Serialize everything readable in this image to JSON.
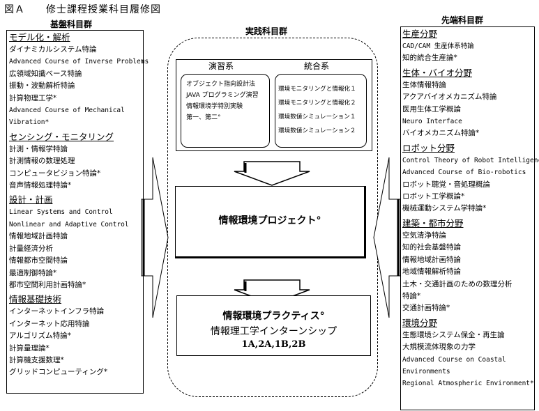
{
  "title": "図Ａ　　修士課程授業科目履修図",
  "left": {
    "header": "基盤科目群",
    "groups": [
      {
        "name": "モデル化・解析",
        "items": [
          {
            "text": "ダイナミカルシステム特論",
            "mono": false
          },
          {
            "text": "Advanced Course of Inverse Problems",
            "mono": true
          },
          {
            "text": "広領域知識ベース特論",
            "mono": false
          },
          {
            "text": "振動・波動解析特論",
            "mono": false
          },
          {
            "text": "計算物理工学*",
            "mono": false
          },
          {
            "text": "Advanced Course of Mechanical",
            "mono": true
          },
          {
            "text": "Vibration*",
            "mono": true
          }
        ]
      },
      {
        "name": "センシング・モニタリング",
        "items": [
          {
            "text": "計測・情報学特論",
            "mono": false
          },
          {
            "text": "計測情報の数理処理",
            "mono": false
          },
          {
            "text": "コンピュータビジョン特論*",
            "mono": false
          },
          {
            "text": "音声情報処理特論*",
            "mono": false
          }
        ]
      },
      {
        "name": "設計・計画",
        "items": [
          {
            "text": "Linear Systems and Control",
            "mono": true
          },
          {
            "text": "Nonlinear and Adaptive Control",
            "mono": true
          },
          {
            "text": "情報地域計画特論",
            "mono": false
          },
          {
            "text": "計量経済分析",
            "mono": false
          },
          {
            "text": "情報都市空間特論",
            "mono": false
          },
          {
            "text": "最適制御特論*",
            "mono": false
          },
          {
            "text": "都市空間利用計画特論*",
            "mono": false
          }
        ]
      },
      {
        "name": "情報基礎技術",
        "items": [
          {
            "text": "インターネットインフラ特論",
            "mono": false
          },
          {
            "text": "インターネット応用特論",
            "mono": false
          },
          {
            "text": "アルゴリズム特論*",
            "mono": false
          },
          {
            "text": "計算量理論*",
            "mono": false
          },
          {
            "text": "計算機支援数理*",
            "mono": false
          },
          {
            "text": "グリッドコンピューティング*",
            "mono": false
          }
        ]
      }
    ]
  },
  "center": {
    "header": "実践科目群",
    "enshu_label": "演習系",
    "tougou_label": "統合系",
    "enshu_items": [
      "オブジェクト指向設計法",
      "JAVA プログラミング演習",
      "情報環境学特別実験",
      "第一、第二°"
    ],
    "tougou_items": [
      "環境モニタリングと情報化１",
      "環境モニタリングと情報化２",
      "環境数値シミュレーション１",
      "環境数値シミュレーション２"
    ],
    "project": "情報環境プロジェクト°",
    "practice_title": "情報環境プラクティス°",
    "practice_sub": "情報理工学インターンシップ",
    "practice_codes": "1A,2A,1B,2B"
  },
  "right": {
    "header": "先端科目群",
    "groups": [
      {
        "name": "生産分野",
        "items": [
          {
            "text": "CAD/CAM 生産体系特論",
            "mono": true
          },
          {
            "text": "知的統合生産論*",
            "mono": false
          }
        ]
      },
      {
        "name": "生体・バイオ分野",
        "items": [
          {
            "text": "生体情報特論",
            "mono": false
          },
          {
            "text": "アクアバイオメカニズム特論",
            "mono": false
          },
          {
            "text": "医用生体工学概論",
            "mono": false
          },
          {
            "text": "Neuro Interface",
            "mono": true
          },
          {
            "text": "バイオメカニズム特論*",
            "mono": false
          }
        ]
      },
      {
        "name": "ロボット分野",
        "items": [
          {
            "text": "Control Theory of Robot Intelligence",
            "mono": true
          },
          {
            "text": "Advanced Course of Bio-robotics",
            "mono": true
          },
          {
            "text": "ロボット聴覚・音処理概論",
            "mono": false
          },
          {
            "text": "ロボット工学概論*",
            "mono": false
          },
          {
            "text": "機械運動システム学特論*",
            "mono": false
          }
        ]
      },
      {
        "name": "建築・都市分野",
        "items": [
          {
            "text": "空気清浄特論",
            "mono": false
          },
          {
            "text": "知的社会基盤特論",
            "mono": false
          },
          {
            "text": "情報地域計画特論",
            "mono": false
          },
          {
            "text": "地域情報解析特論",
            "mono": false
          },
          {
            "text": "土木・交通計画のための数理分析",
            "mono": false
          },
          {
            "text": "特論*",
            "mono": false
          },
          {
            "text": "交通計画特論*",
            "mono": false
          }
        ]
      },
      {
        "name": "環境分野",
        "items": [
          {
            "text": "生態環境システム保全・再生論",
            "mono": false
          },
          {
            "text": "大規模流体現象の力学",
            "mono": false
          },
          {
            "text": "Advanced Course on Coastal",
            "mono": true
          },
          {
            "text": "Environments",
            "mono": true
          },
          {
            "text": "Regional Atmospheric Environment*",
            "mono": true
          }
        ]
      }
    ]
  }
}
